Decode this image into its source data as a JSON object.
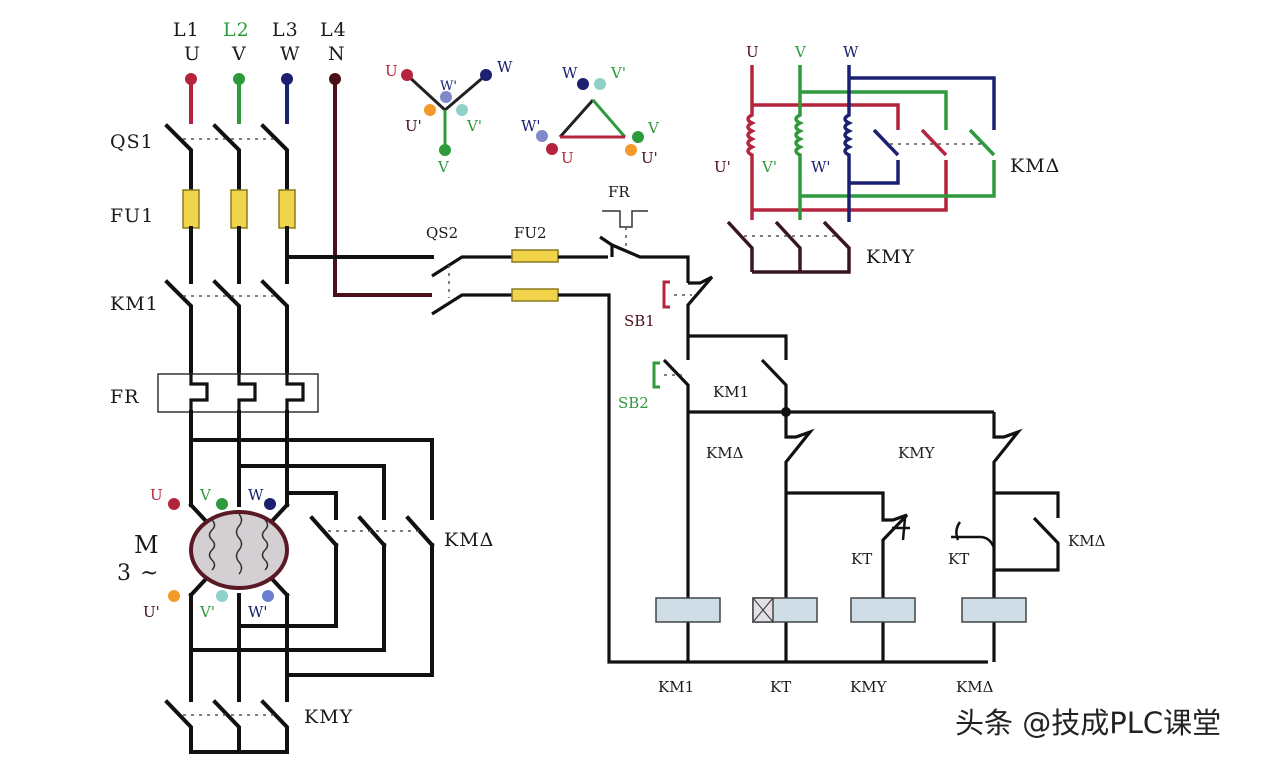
{
  "title": "Star-Delta (Y-Δ) reduced-voltage starting circuit",
  "colors": {
    "phase_u": "#b5243e",
    "phase_v": "#2e9a3c",
    "phase_w": "#1c2070",
    "neutral": "#4a0f18",
    "wire": "#111111",
    "fuse": "#f2d44a",
    "coil": "#cfdde6",
    "terminal_u_prime": "#f39a2a",
    "terminal_v_prime": "#8fd0c8",
    "terminal_w_prime": "#6a7fd0"
  },
  "supply": {
    "lines": [
      {
        "line": "L1",
        "phase": "U"
      },
      {
        "line": "L2",
        "phase": "V"
      },
      {
        "line": "L3",
        "phase": "W"
      },
      {
        "line": "L4",
        "phase": "N"
      }
    ]
  },
  "main_circuit": {
    "qs1": "QS1",
    "fu1": "FU1",
    "km1": "KM1",
    "fr": "FR",
    "motor": {
      "label": "M",
      "sub": "3 ~"
    },
    "motor_terminals_top": [
      "U",
      "V",
      "W"
    ],
    "motor_terminals_bottom": [
      "U'",
      "V'",
      "W'"
    ],
    "km_delta": "KMΔ",
    "km_star": "KMY"
  },
  "star_diagram": {
    "terminals": [
      "U",
      "W",
      "W'",
      "U'",
      "V'",
      "V"
    ]
  },
  "delta_diagram": {
    "terminals": [
      "W",
      "V'",
      "W'",
      "U",
      "V",
      "U'"
    ]
  },
  "winding_diagram": {
    "top_labels": [
      "U",
      "V",
      "W"
    ],
    "winding_labels": [
      "U'",
      "V'",
      "W'"
    ],
    "km_delta": "KMΔ",
    "km_star": "KMY"
  },
  "control_circuit": {
    "qs2": "QS2",
    "fu2": "FU2",
    "fr": "FR",
    "sb1": "SB1",
    "sb2": "SB2",
    "km1_contact": "KM1",
    "km_delta_nc": "KMΔ",
    "km_star_nc": "KMY",
    "kt_left": "KT",
    "kt_right": "KT",
    "km_delta_no": "KMΔ",
    "coils": [
      "KM1",
      "KT",
      "KMY",
      "KMΔ"
    ]
  },
  "watermark": "头条 @技成PLC课堂"
}
